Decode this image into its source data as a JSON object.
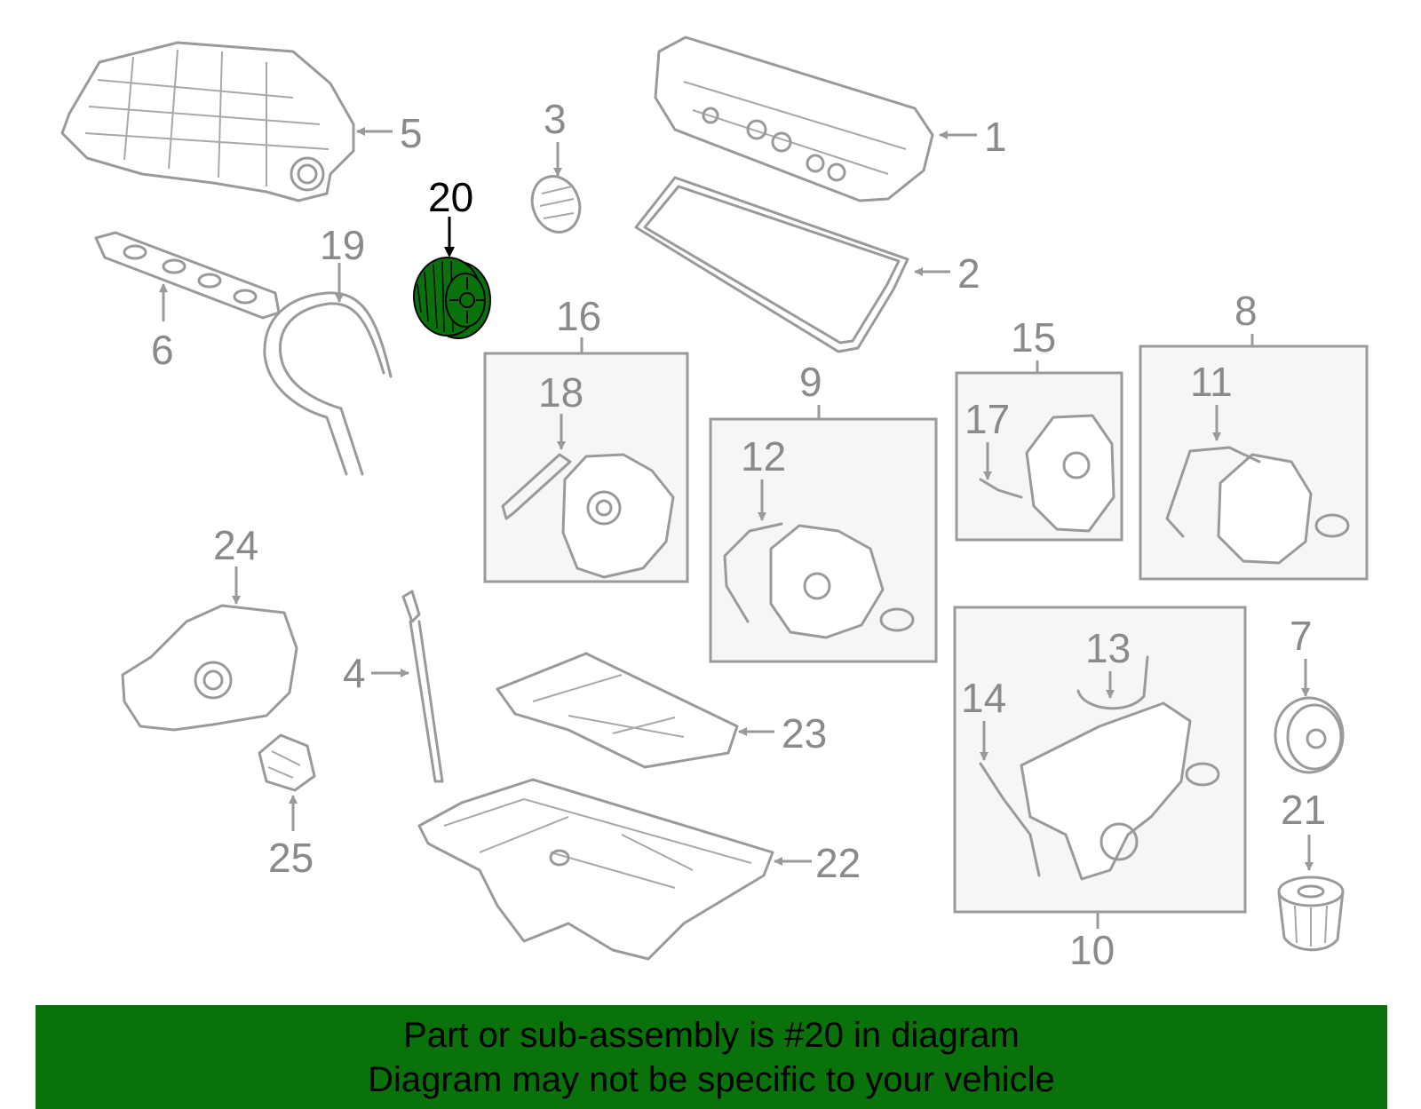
{
  "colors": {
    "highlight_part": "#0a720a",
    "banner_bg": "#0a720a",
    "part_lines": "#9a9a9a",
    "callout_active": "#000000"
  },
  "callouts": {
    "n1": "1",
    "n2": "2",
    "n3": "3",
    "n4": "4",
    "n5": "5",
    "n6": "6",
    "n7": "7",
    "n8": "8",
    "n9": "9",
    "n10": "10",
    "n11": "11",
    "n12": "12",
    "n13": "13",
    "n14": "14",
    "n15": "15",
    "n16": "16",
    "n17": "17",
    "n18": "18",
    "n19": "19",
    "n20": "20",
    "n21": "21",
    "n22": "22",
    "n23": "23",
    "n24": "24",
    "n25": "25"
  },
  "highlighted_callout": "20",
  "banner": {
    "line1": "Part or sub-assembly is #20 in diagram",
    "line2": "Diagram may not be specific to your vehicle"
  }
}
